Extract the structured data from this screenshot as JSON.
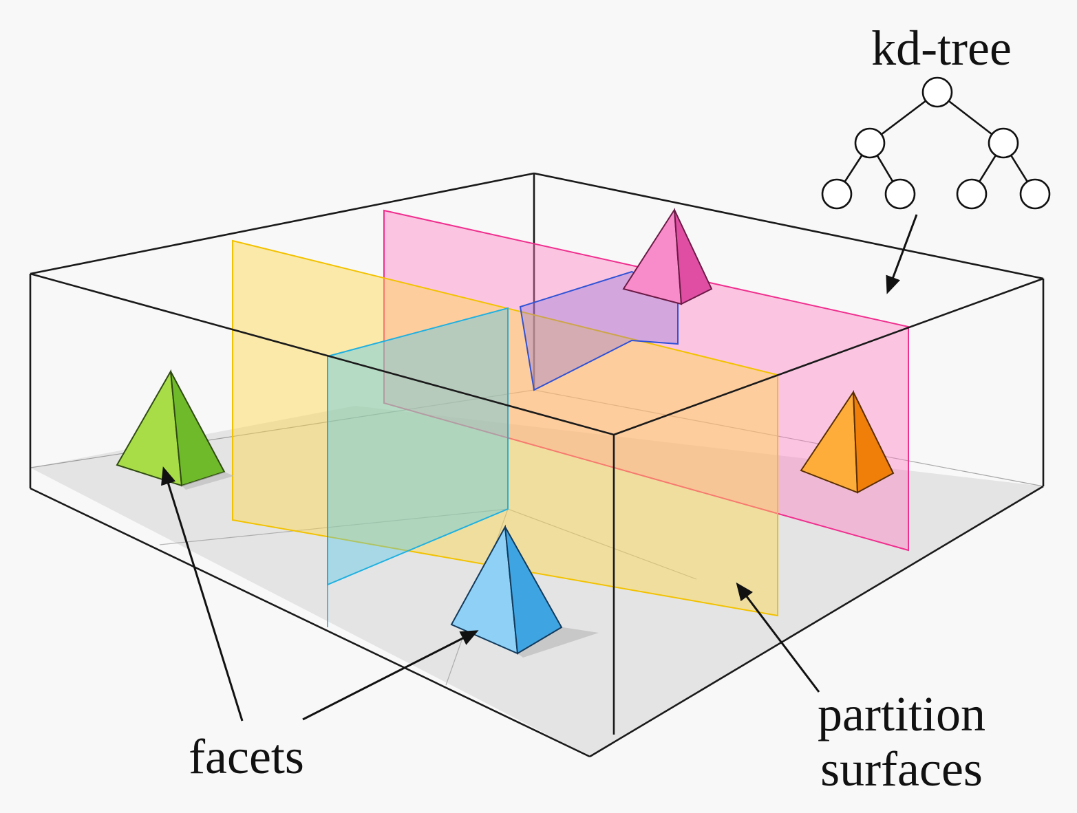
{
  "labels": {
    "tree_title": "kd-tree",
    "facets": "facets",
    "partition_line1": "partition",
    "partition_line2": "surfaces"
  },
  "tree": {
    "levels": [
      1,
      2,
      4
    ]
  },
  "colors": {
    "background": "#f8f8f8",
    "floor": "#e3e3e3",
    "plane_yellow": "#ffd84a",
    "plane_yellow_edge": "#f2c200",
    "plane_pink": "#ff7ec4",
    "plane_pink_edge": "#ef2f8e",
    "plane_cyan": "#56c8ea",
    "plane_cyan_edge": "#1fb0e0",
    "facet_green": "#8bd23a",
    "facet_pink": "#f27ac0",
    "facet_orange": "#ff9a1f",
    "facet_blue": "#5db8f0"
  },
  "facets": [
    {
      "name": "green-pyramid-facet",
      "color": "green"
    },
    {
      "name": "pink-pyramid-facet",
      "color": "pink"
    },
    {
      "name": "orange-pyramid-facet",
      "color": "orange"
    },
    {
      "name": "blue-pyramid-facet",
      "color": "blue"
    }
  ]
}
